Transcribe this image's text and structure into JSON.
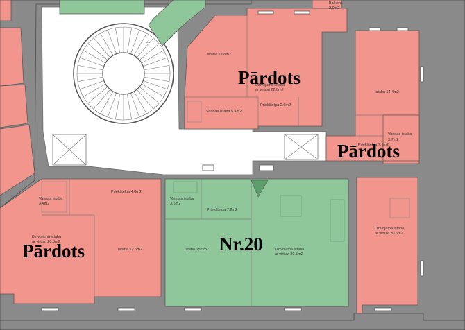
{
  "labels": {
    "balkons": "Balkons",
    "balkons_area": "2.0m2",
    "istaba_tl": "Istaba 12.8m2",
    "dz_tl_1": "Dzīvojamā istaba",
    "dz_tl_2": "ar virtuvi 22.0m2",
    "vannas_tl": "Vannas istaba 5.4m2",
    "prieks_tl": "Priekštelpa 2.6m2",
    "istaba_r": "Istaba 14.4m2",
    "vannas_r_1": "Vannas istaba",
    "vannas_r_2": "3.7m2",
    "prieks_r": "Priekštelpa 7.1m2",
    "prieks_bl": "Priekštelpa 4.8m2",
    "vannas_bl_1": "Vannas istaba",
    "vannas_bl_2": "3.4m2",
    "dz_bl_1": "Dzīvojamā istaba",
    "dz_bl_2": "ar virtuvi 20.6m2",
    "istaba_bl": "Istaba 12.5m2",
    "vannas_g_1": "Vannas istaba",
    "vannas_g_2": "3.6m2",
    "prieks_g": "Priekštelpa 7.2m2",
    "istaba_g": "Istaba 15.5m2",
    "dz_g_1": "Dzīvojamā istaba",
    "dz_g_2": "ar virtuvi 30.5m2",
    "dz_br_1": "Dzīvojamā istaba",
    "dz_br_2": "ar virtuvi 20.5m2",
    "lift": "L1"
  },
  "big_labels": {
    "pardots_top": "Pārdots",
    "pardots_right": "Pārdots",
    "pardots_left": "Pārdots",
    "apartment": "Nr.20"
  },
  "colors": {
    "sold": "#f2958c",
    "available": "#8fc79a",
    "wall": "#8a8a8a"
  }
}
